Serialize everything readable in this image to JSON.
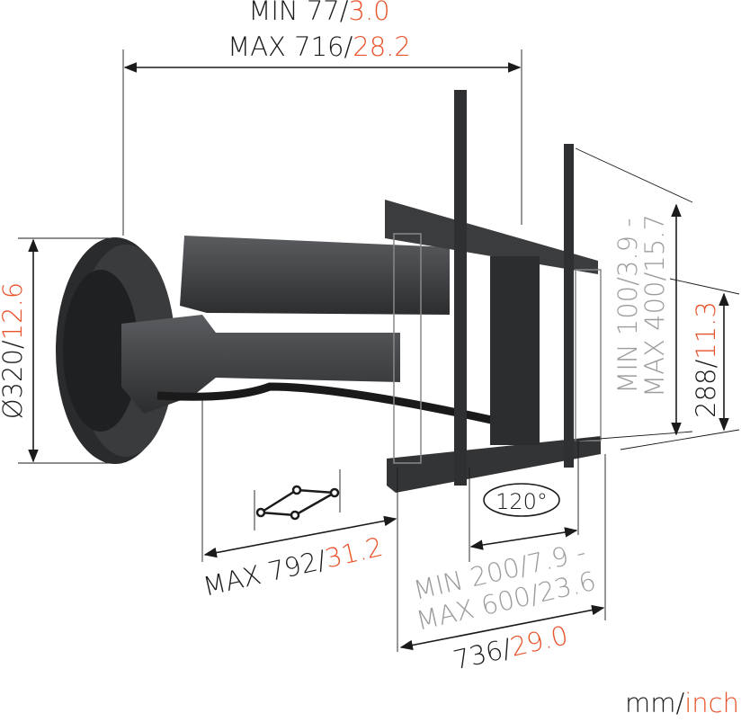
{
  "depth": {
    "min_mm": "MIN 77/",
    "min_inch": "3.0",
    "max_mm": "MAX 716/",
    "max_inch": "28.2"
  },
  "wall_plate": {
    "mm": "Ø320/",
    "inch": "12.6"
  },
  "vesa_vertical": {
    "line1": "MIN 100/3.9 -",
    "line2": "MAX 400/15.7"
  },
  "height": {
    "mm": "288/",
    "inch": "11.3"
  },
  "reach": {
    "mm": "MAX 792/",
    "inch": "31.2"
  },
  "vesa_horizontal": {
    "line1": "MIN 200/7.9 -",
    "line2": "MAX 600/23.6"
  },
  "width": {
    "mm": "736/",
    "inch": "29.0"
  },
  "rotation": {
    "label": "120°"
  },
  "units": {
    "mm": "mm/",
    "inch": "inch"
  },
  "colors": {
    "text": "#1b1b1b",
    "inch": "#e8532b",
    "vesa": "#9a9c9e",
    "mount": "#2e2f31"
  }
}
